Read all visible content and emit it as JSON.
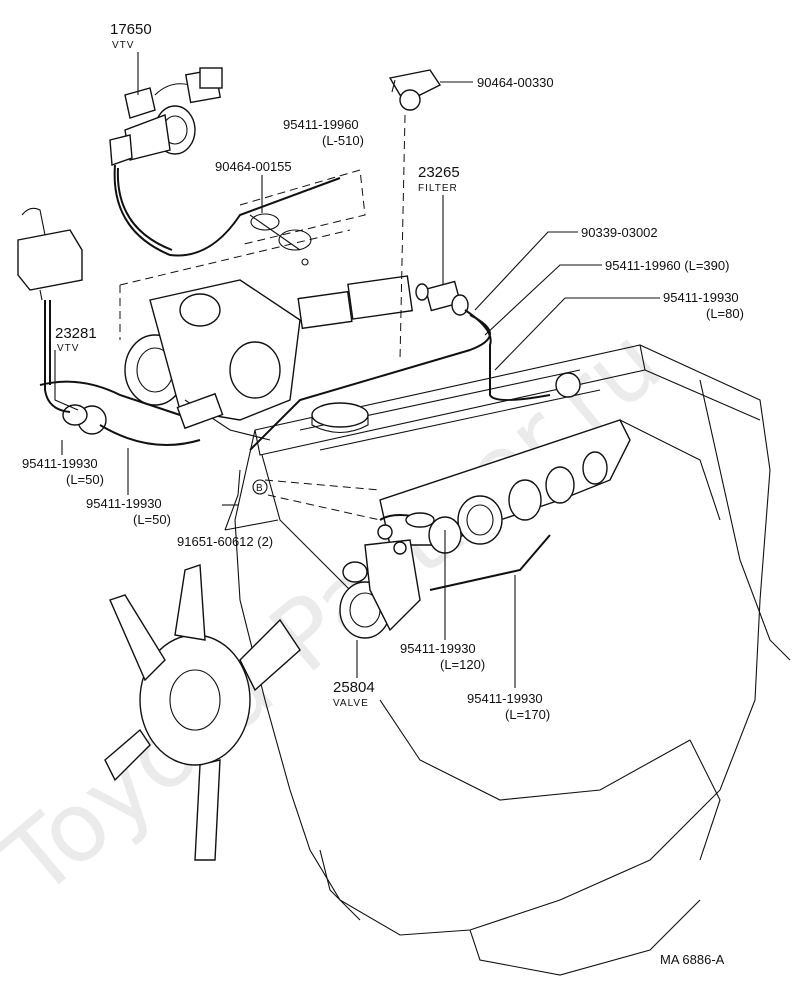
{
  "watermark": "Toyota-Partner.ru",
  "labels": {
    "p17650": "17650",
    "p17650_name": "VTV",
    "p90464_00330": "90464-00330",
    "p95411_19960_a": "95411-19960",
    "p95411_19960_a_len": "(L-510)",
    "p90464_00155": "90464-00155",
    "p23265": "23265",
    "p23265_name": "FILTER",
    "p90339_03002": "90339-03002",
    "p95411_19960_b": "95411-19960 (L=390)",
    "p95411_19930_a": "95411-19930",
    "p95411_19930_a_len": "(L=80)",
    "p23281": "23281",
    "p23281_name": "VTV",
    "p95411_19930_b": "95411-19930",
    "p95411_19930_b_len": "(L=50)",
    "p95411_19930_c": "95411-19930",
    "p95411_19930_c_len": "(L=50)",
    "ref_b": "B",
    "p91651_60612": "91651-60612 (2)",
    "p95411_19930_d": "95411-19930",
    "p95411_19930_d_len": "(L=120)",
    "p25804": "25804",
    "p25804_name": "VALVE",
    "p95411_19930_e": "95411-19930",
    "p95411_19930_e_len": "(L=170)",
    "drawing_code": "MA 6886-A"
  }
}
